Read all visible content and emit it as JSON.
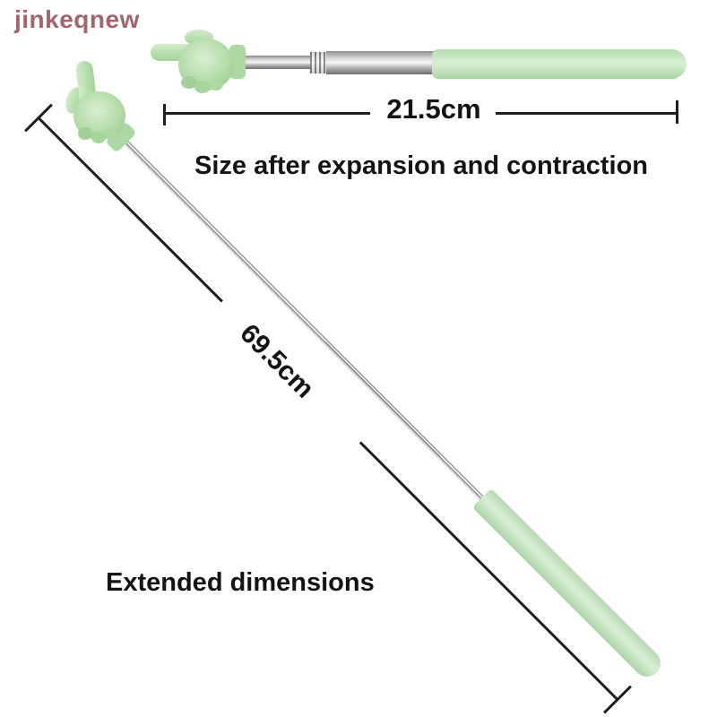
{
  "watermark": {
    "text": "jinkeqnew",
    "color": "#a5646c"
  },
  "annotations": {
    "collapsed_length": "21.5cm",
    "collapsed_caption": "Size after expansion and contraction",
    "extended_length": "69.5cm",
    "extended_caption": "Extended dimensions"
  },
  "icons": {
    "collapsed_tip": "hand-pointer-left-icon",
    "extended_tip": "hand-pointer-up-icon"
  },
  "colors": {
    "hand_green": "#aed8a3",
    "handle_green": "#cde9c8",
    "steel_gray": "#b5b5b5",
    "dimension_line": "#1f1f1f",
    "text": "#141414",
    "background": "#ffffff"
  }
}
